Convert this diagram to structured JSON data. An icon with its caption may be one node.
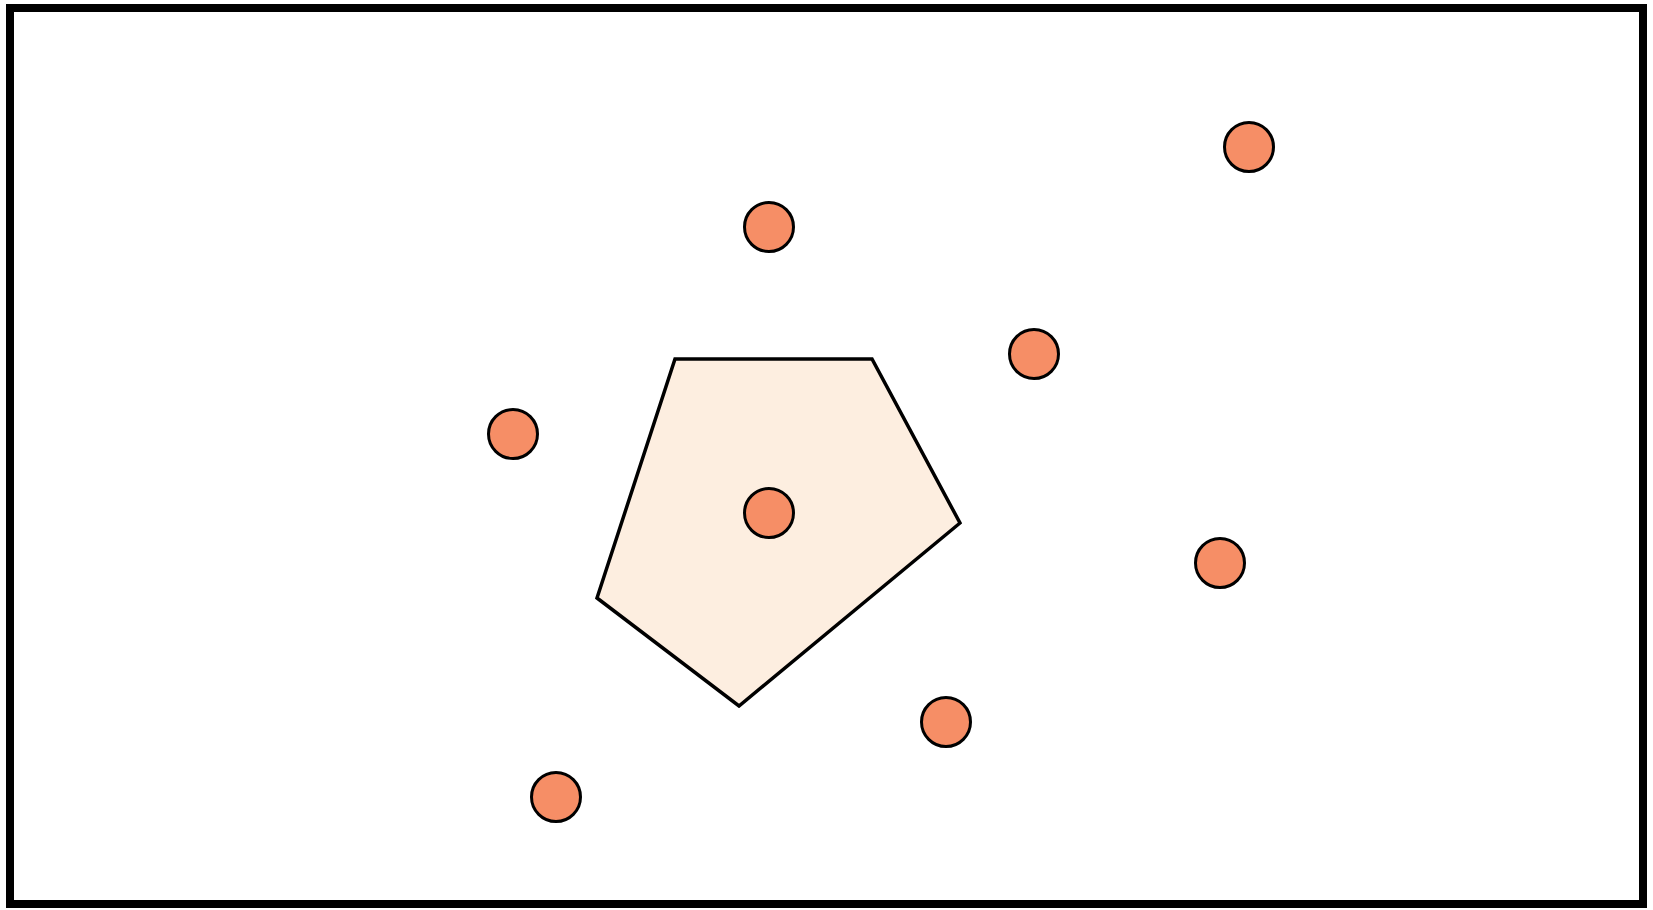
{
  "diagram": {
    "nodes": [
      {
        "text": [],
        "shape": "box"
      },
      {
        "text": [],
        "shape": "pentagon",
        "in": 0
      },
      {
        "text": [],
        "shape": "circle",
        "in": 0
      },
      {
        "text": [],
        "shape": "circle",
        "in": 0
      },
      {
        "text": [],
        "shape": "circle",
        "in": 0
      },
      {
        "text": [],
        "shape": "circle",
        "in": 1
      },
      {
        "text": [],
        "shape": "circle",
        "in": 0
      },
      {
        "text": [],
        "shape": "circle",
        "in": 0
      },
      {
        "text": [],
        "shape": "circle",
        "in": 0
      },
      {
        "text": [],
        "shape": "circle",
        "in": 0
      }
    ]
  }
}
